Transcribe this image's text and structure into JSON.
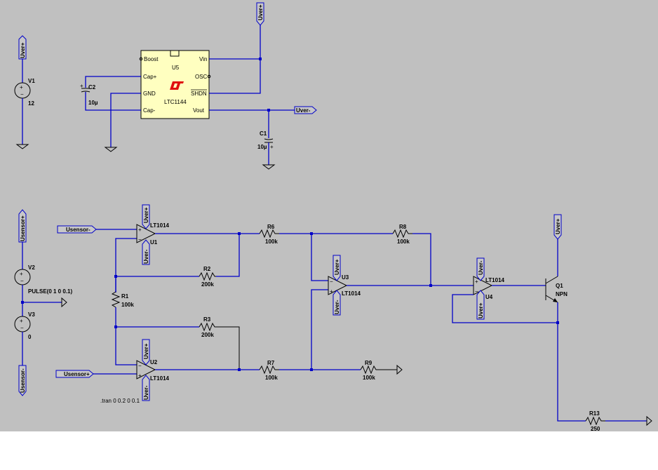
{
  "colors": {
    "background": "#c0c0c0",
    "wire": "#0000c8",
    "ic_fill": "#ffffc0",
    "logo": "#e01010"
  },
  "nets": {
    "uver_plus": "Uver+",
    "uver_minus": "Uver-",
    "usensor_plus": "Usensor+",
    "usensor_minus": "Usensor-"
  },
  "sources": {
    "v1": {
      "name": "V1",
      "value": "12"
    },
    "v2": {
      "name": "V2",
      "value": "PULSE(0 1 0 0.1)"
    },
    "v3": {
      "name": "V3",
      "value": "0"
    }
  },
  "ic_u5": {
    "ref": "U5",
    "part": "LTC1144",
    "pins": {
      "boost": "Boost",
      "cap_plus": "Cap+",
      "gnd": "GND",
      "cap_minus": "Cap-",
      "vin": "Vin",
      "osc": "OSC",
      "shdn": "SHDN",
      "vout": "Vout"
    }
  },
  "capacitors": {
    "c1": {
      "name": "C1",
      "value": "10µ"
    },
    "c2": {
      "name": "C2",
      "value": "10µ"
    }
  },
  "opamps": {
    "u1": {
      "ref": "U1",
      "part": "LT1014"
    },
    "u2": {
      "ref": "U2",
      "part": "LT1014"
    },
    "u3": {
      "ref": "U3",
      "part": "LT1014"
    },
    "u4": {
      "ref": "U4",
      "part": "LT1014"
    }
  },
  "resistors": {
    "r1": {
      "name": "R1",
      "value": "100k"
    },
    "r2": {
      "name": "R2",
      "value": "200k"
    },
    "r3": {
      "name": "R3",
      "value": "200k"
    },
    "r6": {
      "name": "R6",
      "value": "100k"
    },
    "r7": {
      "name": "R7",
      "value": "100k"
    },
    "r8": {
      "name": "R8",
      "value": "100k"
    },
    "r9": {
      "name": "R9",
      "value": "100k"
    },
    "r13": {
      "name": "R13",
      "value": "250"
    }
  },
  "transistor_q1": {
    "ref": "Q1",
    "type": "NPN"
  },
  "directive": ".tran 0 0.2 0 0.1"
}
